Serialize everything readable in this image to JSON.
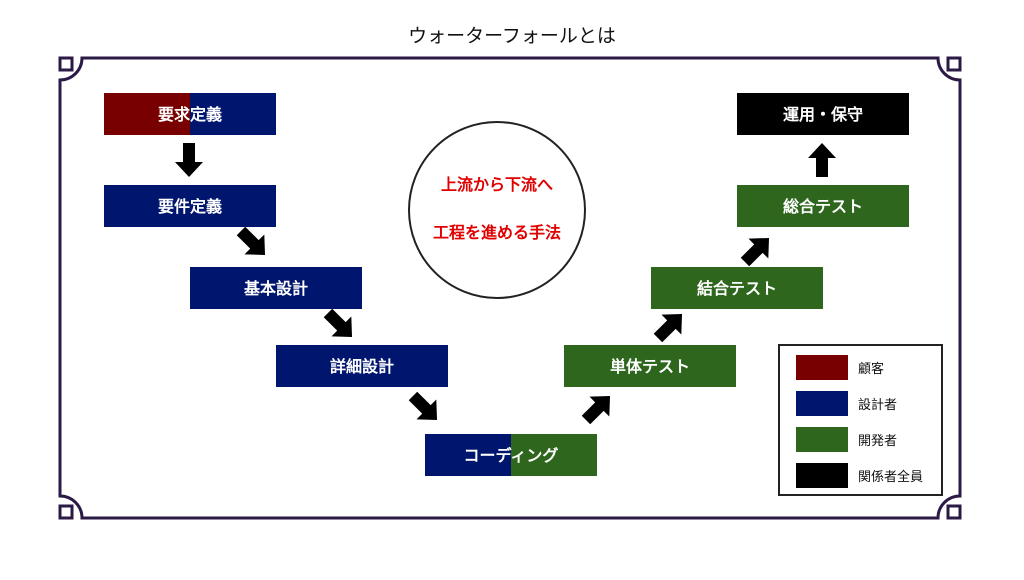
{
  "title": "ウォーターフォールとは",
  "colors": {
    "customer": "#780000",
    "designer": "#00166e",
    "developer": "#2d661c",
    "all": "#000000",
    "frame": "#2b1a45",
    "circle_text": "#e00000"
  },
  "circle": {
    "line1": "上流から下流へ",
    "line2": "工程を進める手法"
  },
  "steps": [
    {
      "label": "要求定義",
      "colors": [
        "customer",
        "designer"
      ]
    },
    {
      "label": "要件定義",
      "colors": [
        "designer"
      ]
    },
    {
      "label": "基本設計",
      "colors": [
        "designer"
      ]
    },
    {
      "label": "詳細設計",
      "colors": [
        "designer"
      ]
    },
    {
      "label": "コーディング",
      "colors": [
        "designer",
        "developer"
      ]
    },
    {
      "label": "単体テスト",
      "colors": [
        "developer"
      ]
    },
    {
      "label": "結合テスト",
      "colors": [
        "developer"
      ]
    },
    {
      "label": "総合テスト",
      "colors": [
        "developer"
      ]
    },
    {
      "label": "運用・保守",
      "colors": [
        "all"
      ]
    }
  ],
  "legend": [
    {
      "label": "顧客",
      "color": "customer"
    },
    {
      "label": "設計者",
      "color": "designer"
    },
    {
      "label": "開発者",
      "color": "developer"
    },
    {
      "label": "関係者全員",
      "color": "all"
    }
  ]
}
